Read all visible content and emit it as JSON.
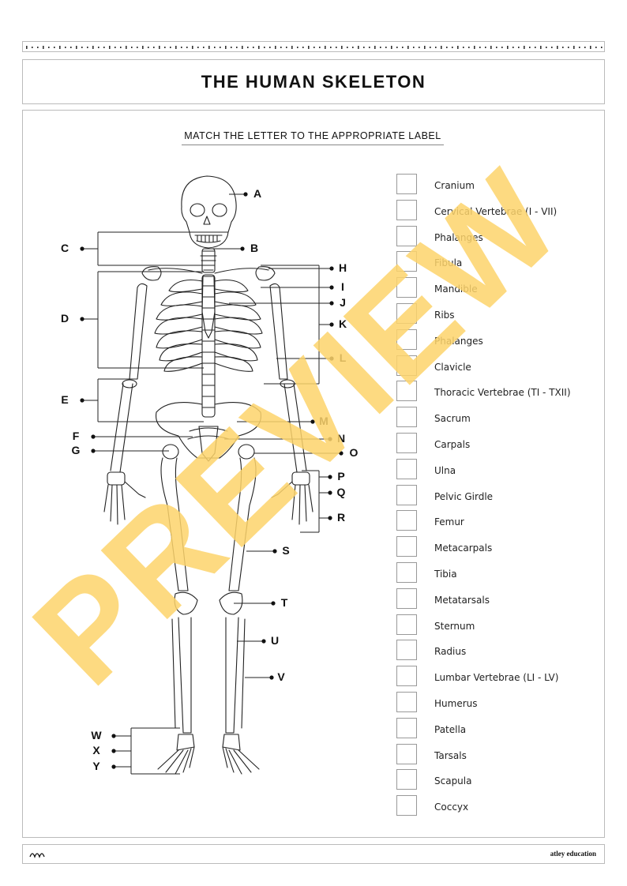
{
  "title": "THE HUMAN SKELETON",
  "instruction": "MATCH THE LETTER TO THE APPROPRIATE LABEL",
  "letters": [
    "A",
    "B",
    "C",
    "D",
    "E",
    "F",
    "G",
    "H",
    "I",
    "J",
    "K",
    "L",
    "M",
    "N",
    "O",
    "P",
    "Q",
    "R",
    "S",
    "T",
    "U",
    "V",
    "W",
    "X",
    "Y"
  ],
  "labels": [
    "Cranium",
    "Cervical Vertebrae (I - VII)",
    "Phalanges",
    "Fibula",
    "Mandible",
    "Ribs",
    "Phalanges",
    "Clavicle",
    "Thoracic Vertebrae (TI - TXII)",
    "Sacrum",
    "Carpals",
    "Ulna",
    "Pelvic Girdle",
    "Femur",
    "Metacarpals",
    "Tibia",
    "Metatarsals",
    "Sternum",
    "Radius",
    "Lumbar Vertebrae (LI - LV)",
    "Humerus",
    "Patella",
    "Tarsals",
    "Scapula",
    "Coccyx"
  ],
  "watermark": "PREVIEW",
  "brand": "atley education",
  "colors": {
    "watermark": "#fdd36b",
    "border": "#bbbbbb"
  },
  "icons": {
    "footer_logo": "wave-logo-icon"
  }
}
